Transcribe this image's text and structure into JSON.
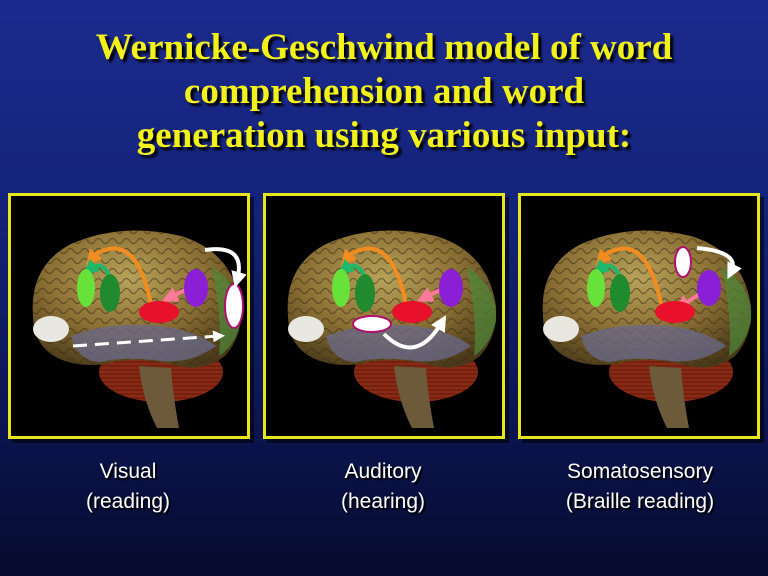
{
  "title": {
    "line1": "Wernicke-Geschwind model of word",
    "line2": "comprehension and word",
    "line3": "generation using various input:"
  },
  "panels": [
    {
      "key": "visual",
      "caption_line1": "Visual",
      "caption_line2": "(reading)"
    },
    {
      "key": "auditory",
      "caption_line1": "Auditory",
      "caption_line2": "(hearing)"
    },
    {
      "key": "somatosensory",
      "caption_line1": "Somatosensory",
      "caption_line2": "(Braille reading)"
    }
  ],
  "colors": {
    "title": "#f2f21a",
    "panel_border": "#e6e61e",
    "motor_area": "#66e23a",
    "broca_area": "#1f8a2e",
    "wernicke_area": "#e8102a",
    "angular_gyrus": "#8a1fd6",
    "arcuate_fasciculus": "#f28c1e",
    "motor_link": "#1fb86a",
    "input_area": "#ffffff",
    "angular_link": "#ff7a9a"
  },
  "icons": [
    "brain-illustration",
    "arrow-icon"
  ]
}
